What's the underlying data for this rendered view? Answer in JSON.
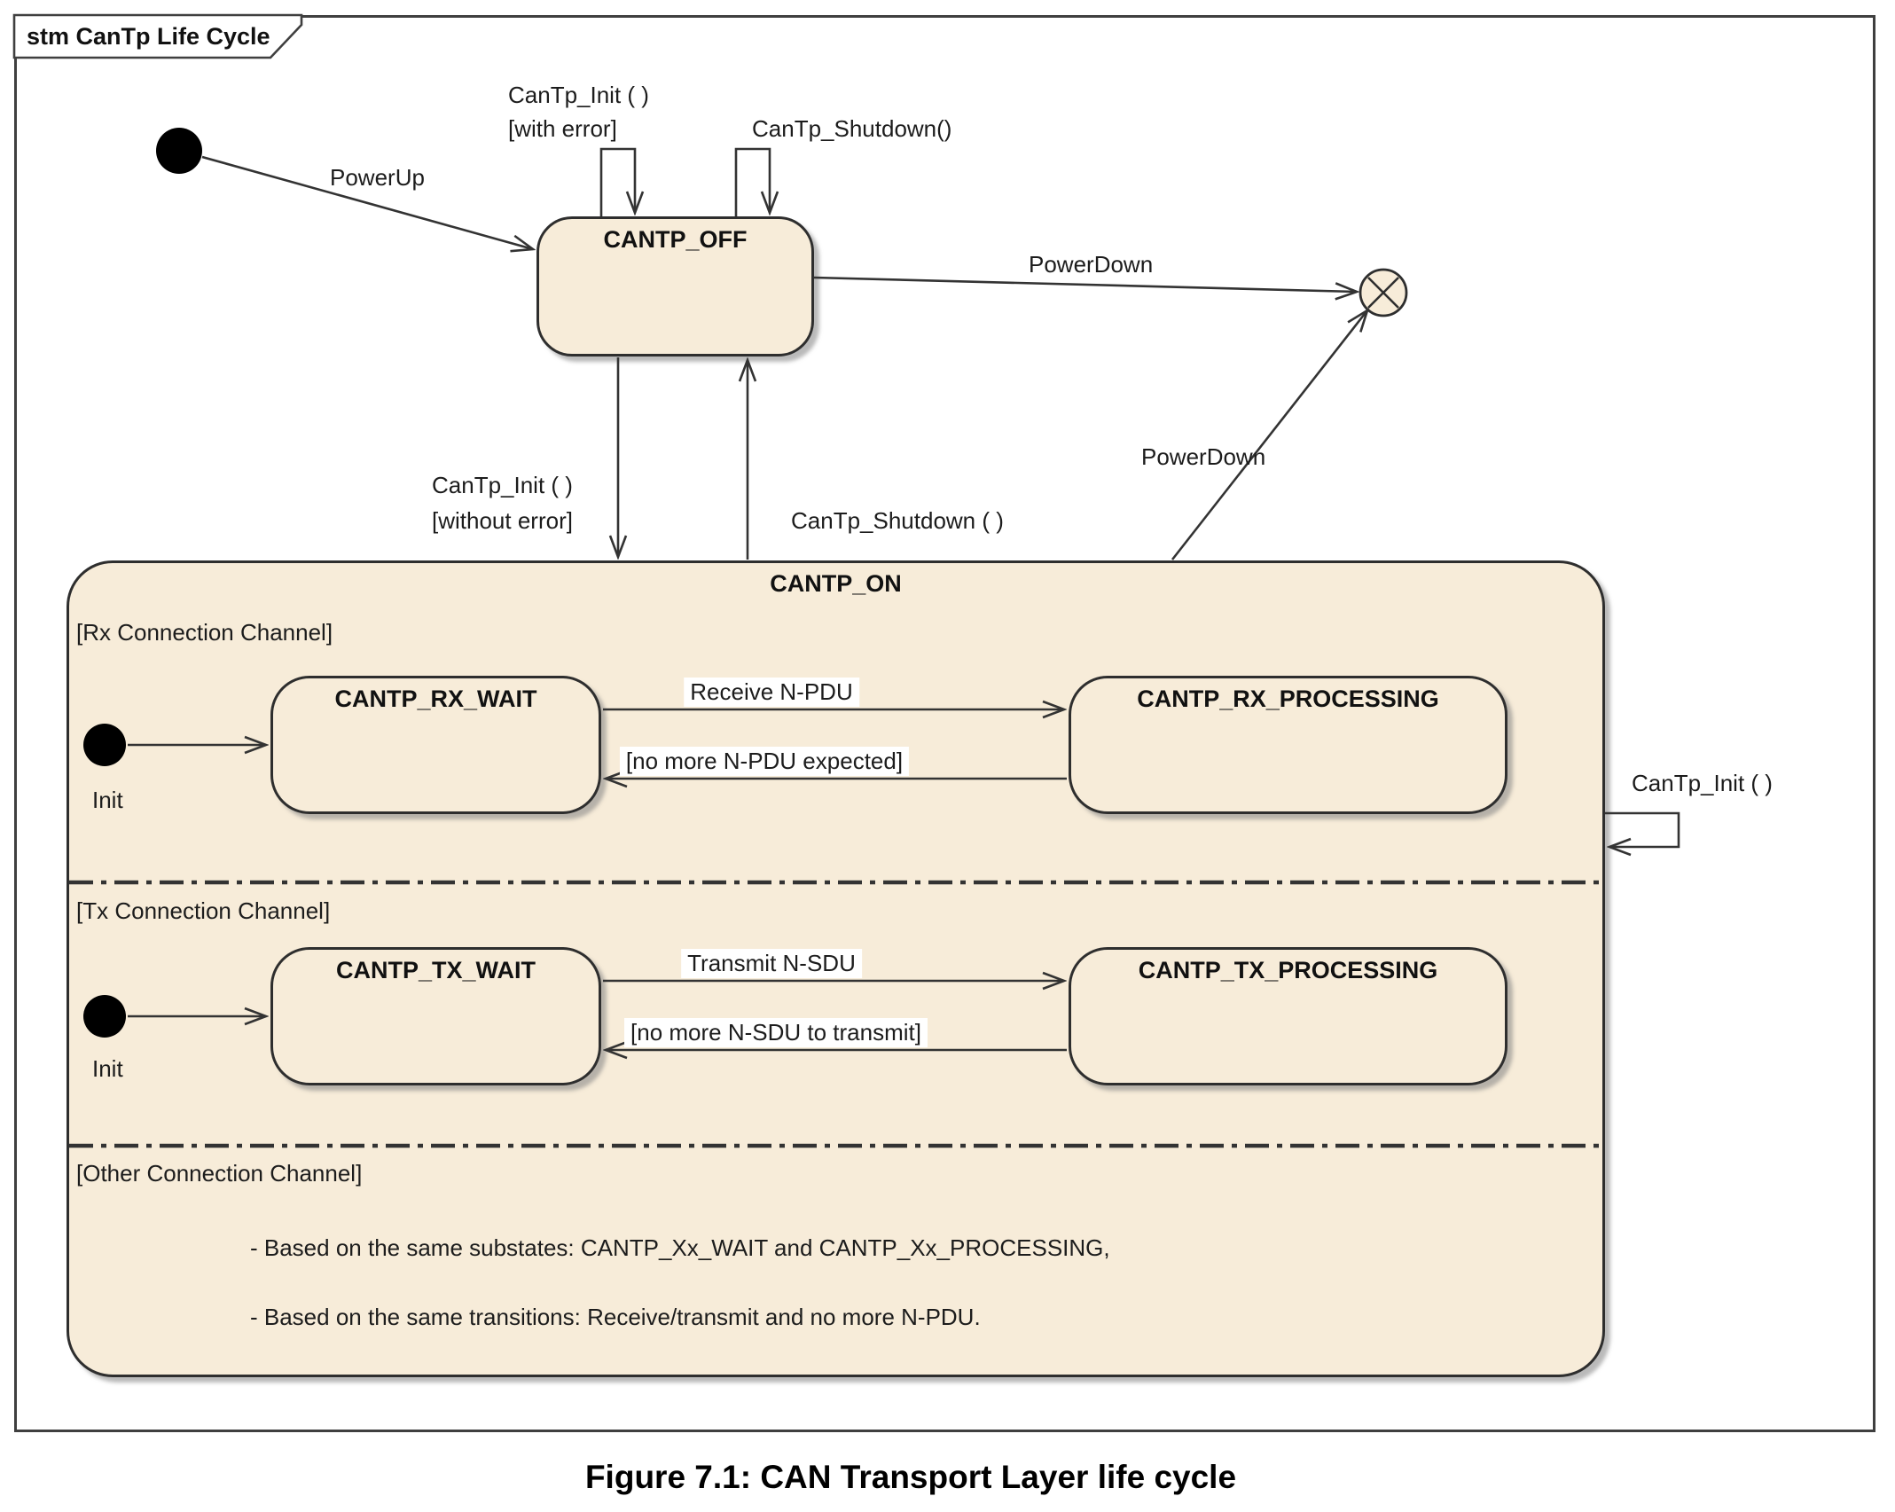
{
  "frame": {
    "tab_label": "stm CanTp Life Cycle"
  },
  "caption": "Figure 7.1: CAN Transport Layer life cycle",
  "colors": {
    "state_fill": "#f7ecd9",
    "line": "#333333",
    "state_border": "#2e2e2e",
    "shadow": "#a0a0a0",
    "background": "#ffffff"
  },
  "states": {
    "off": {
      "label": "CANTP_OFF"
    },
    "on": {
      "label": "CANTP_ON"
    },
    "rx_wait": {
      "label": "CANTP_RX_WAIT"
    },
    "rx_processing": {
      "label": "CANTP_RX_PROCESSING"
    },
    "tx_wait": {
      "label": "CANTP_TX_WAIT"
    },
    "tx_processing": {
      "label": "CANTP_TX_PROCESSING"
    }
  },
  "regions": {
    "rx": {
      "label": "[Rx Connection Channel]",
      "init": "Init"
    },
    "tx": {
      "label": "[Tx Connection Channel]",
      "init": "Init"
    },
    "other": {
      "label": "[Other Connection Channel]",
      "note1": "- Based on the same substates: CANTP_Xx_WAIT and CANTP_Xx_PROCESSING,",
      "note2": "- Based on the same transitions: Receive/transmit and no more N-PDU."
    }
  },
  "transitions": {
    "power_up": "PowerUp",
    "init_with_error_line1": "CanTp_Init ( )",
    "init_with_error_line2": "[with error]",
    "shutdown_self": "CanTp_Shutdown()",
    "power_down_from_off": "PowerDown",
    "power_down_from_on": "PowerDown",
    "init_without_error_line1": "CanTp_Init ( )",
    "init_without_error_line2": "[without error]",
    "shutdown_to_off": "CanTp_Shutdown ( )",
    "receive_npdu": "Receive N-PDU",
    "no_more_npdu": "[no more N-PDU expected]",
    "transmit_nsdu": "Transmit N-SDU",
    "no_more_nsdu": "[no more N-SDU to transmit]",
    "cantp_init_on_self": "CanTp_Init ( )"
  }
}
